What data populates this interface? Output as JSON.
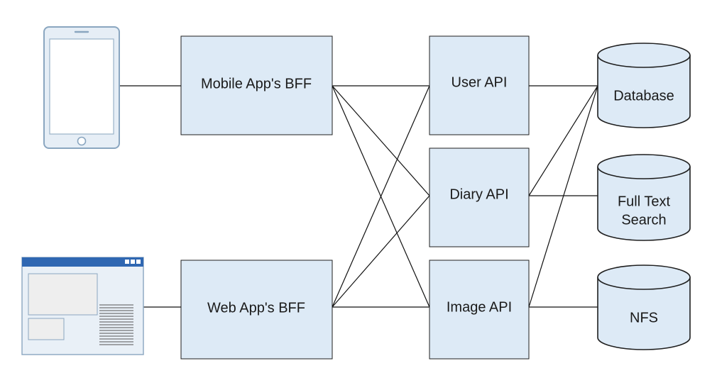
{
  "nodes": {
    "mobile_bff": "Mobile App's BFF",
    "web_bff": "Web App's BFF",
    "user_api": "User API",
    "diary_api": "Diary API",
    "image_api": "Image API",
    "database": "Database",
    "full_text_search": [
      "Full Text",
      "Search"
    ],
    "nfs": "NFS"
  },
  "icons": {
    "mobile_client": "smartphone-icon",
    "web_client": "browser-window-icon"
  },
  "colors": {
    "box_fill": "#ddeaf6",
    "stroke": "#1f1f1f",
    "browser_bar": "#2f67b2"
  }
}
